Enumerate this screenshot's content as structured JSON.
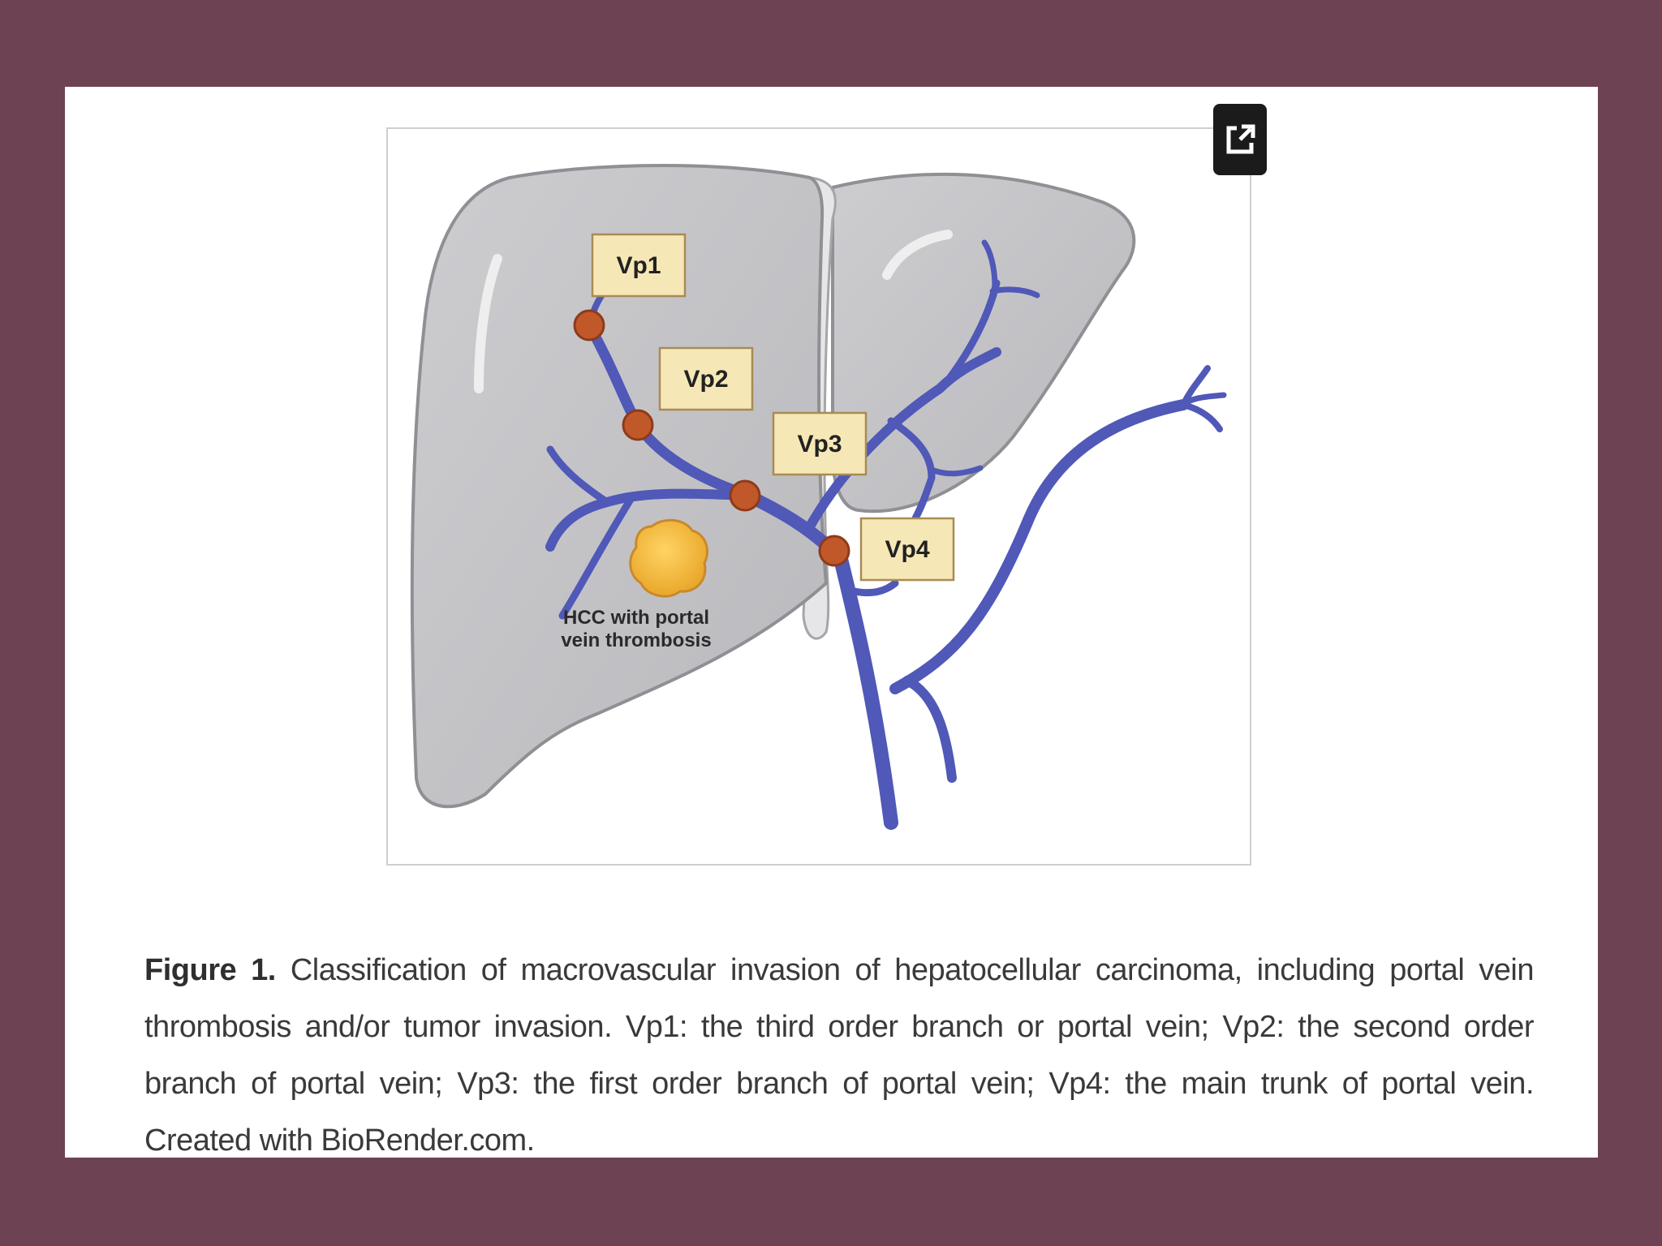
{
  "figure": {
    "labels": {
      "vp1": "Vp1",
      "vp2": "Vp2",
      "vp3": "Vp3",
      "vp4": "Vp4"
    },
    "hcc_label_line1": "HCC with portal",
    "hcc_label_line2": "vein thrombosis",
    "colors": {
      "liver": "#c3c3c6",
      "liver_outline": "#8f8f94",
      "vein": "#5058b8",
      "thrombus": "#c1582a",
      "tumor": "#f2b83a",
      "label_fill": "#f6e8b6"
    },
    "expand_icon": "external-link-icon"
  },
  "caption": {
    "label": "Figure 1.",
    "text": "Classification of macrovascular invasion of hepatocellular carcinoma, including portal vein thrombosis and/or tumor invasion. Vp1: the third order branch or portal vein; Vp2: the second order branch of portal vein; Vp3: the first order branch of portal vein; Vp4: the main trunk of portal vein. Created with BioRender.com."
  }
}
